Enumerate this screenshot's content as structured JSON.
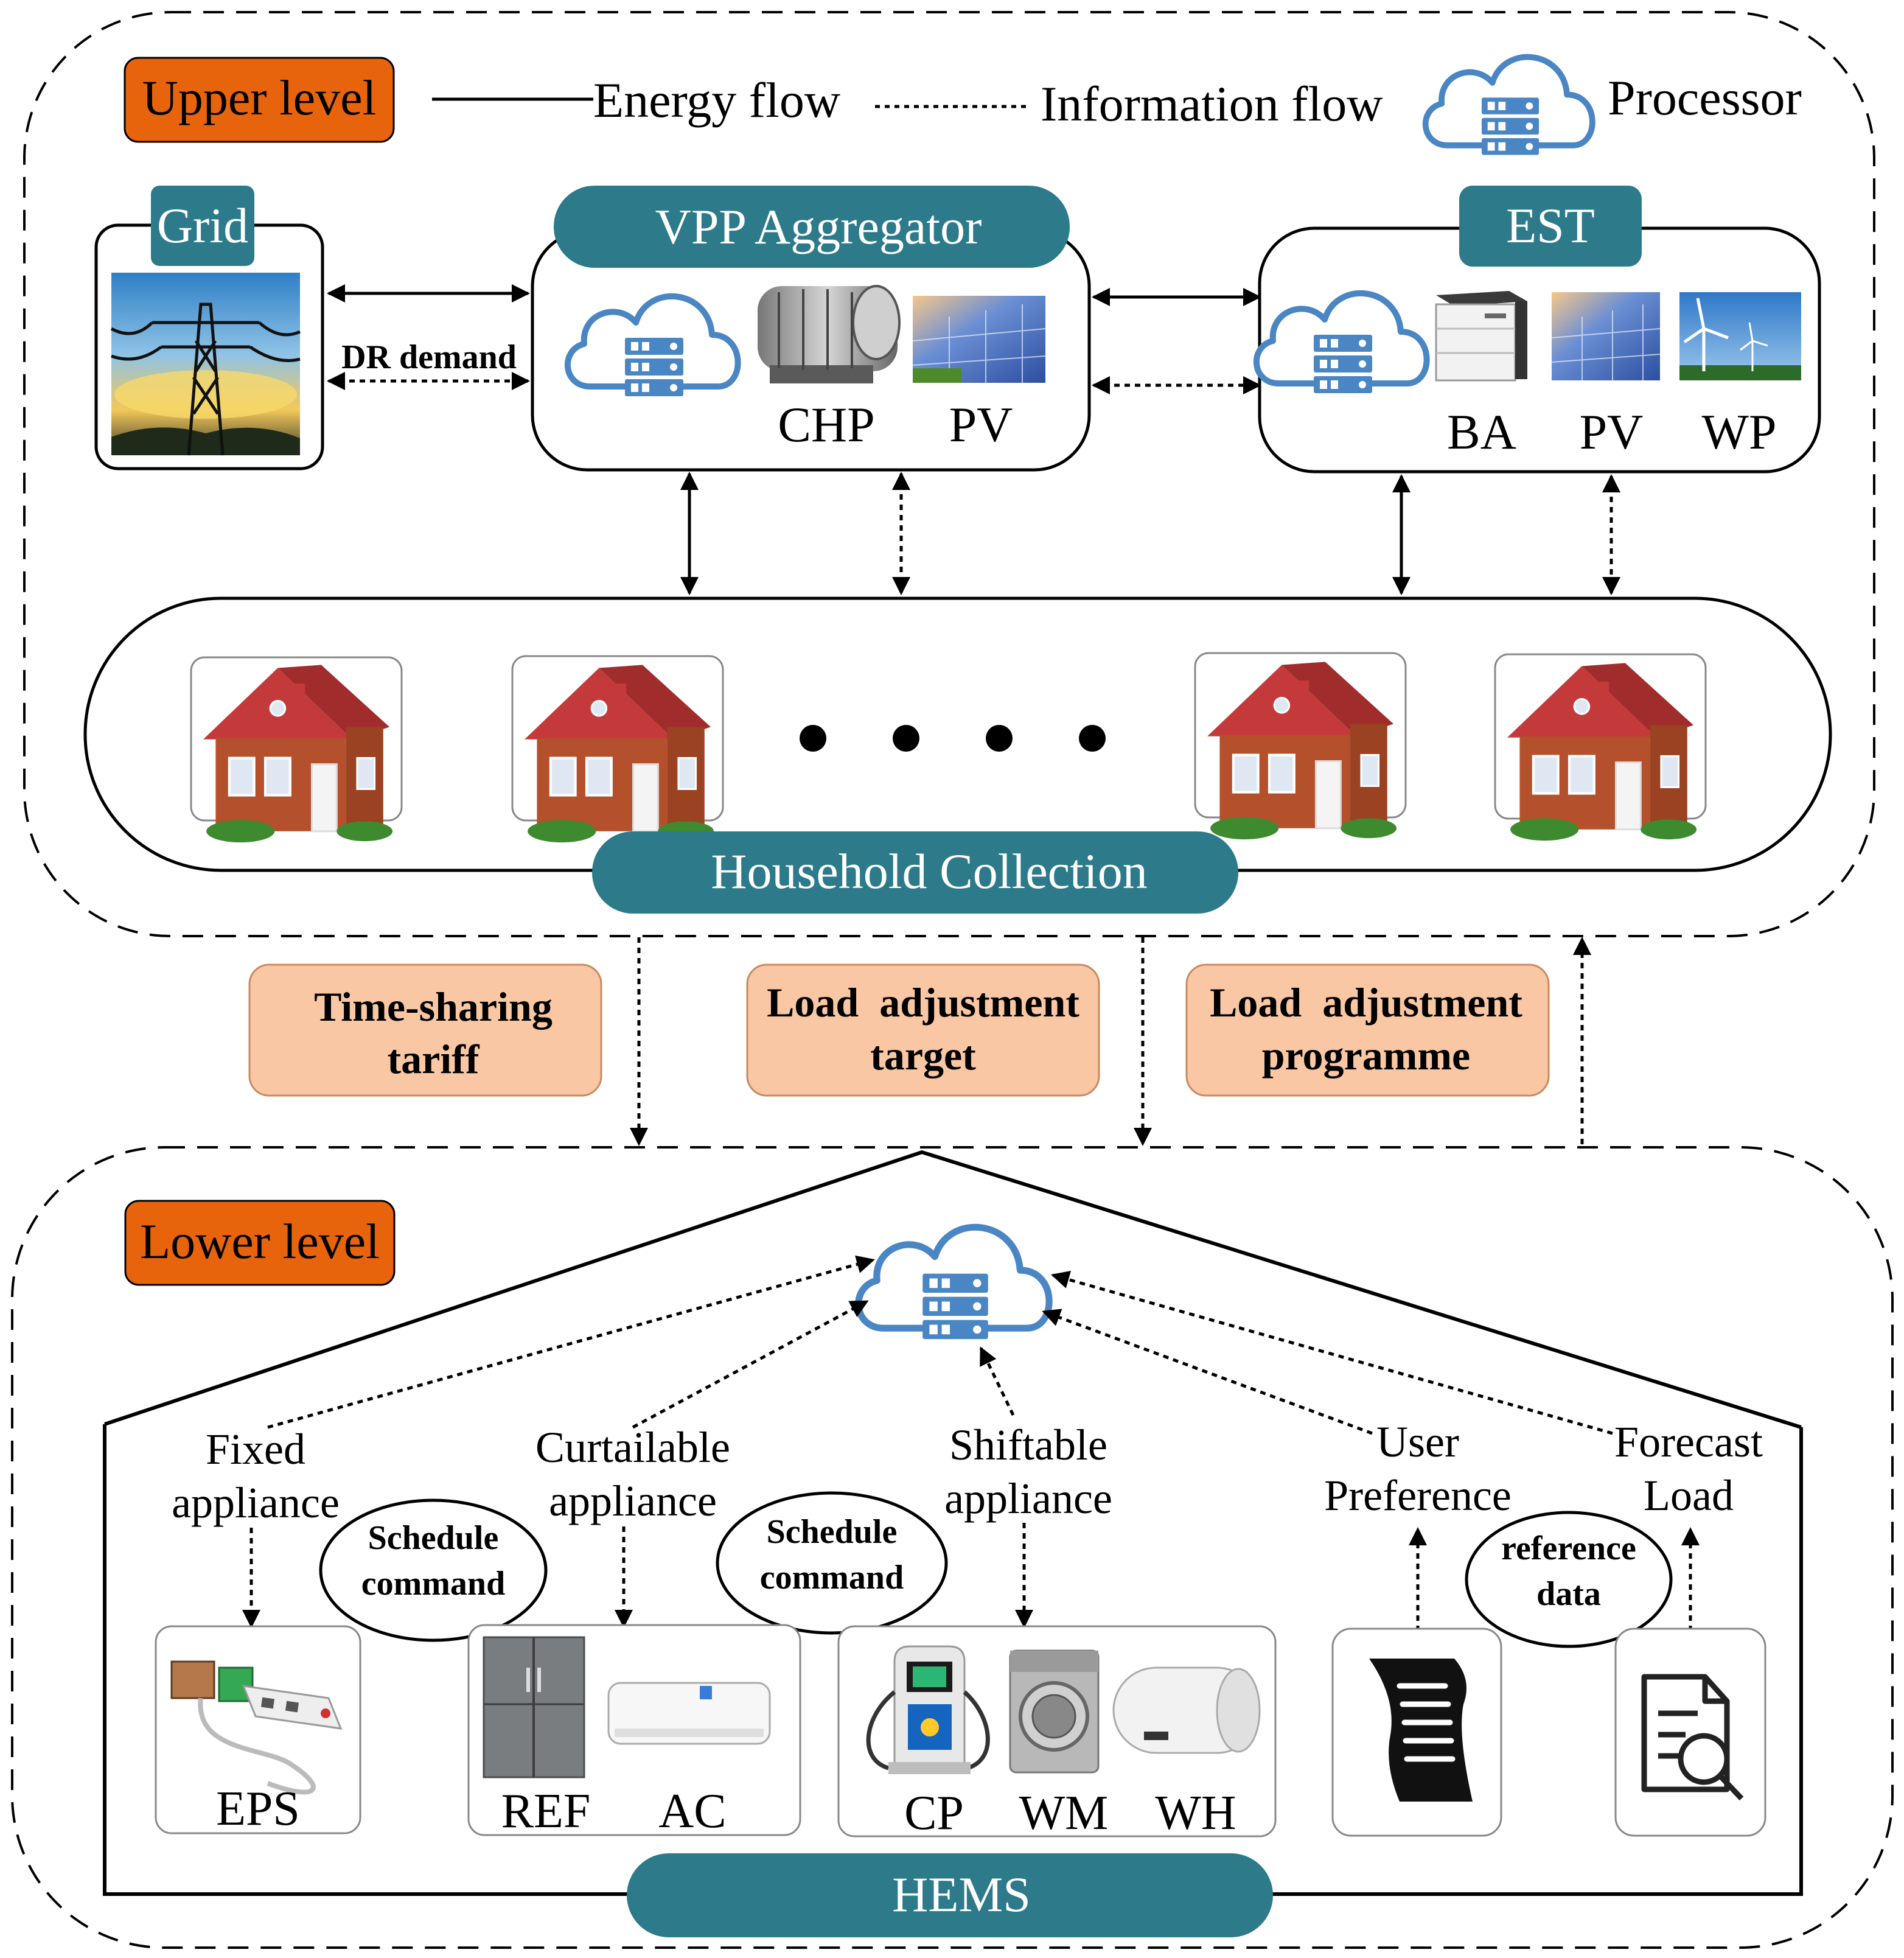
{
  "upper": {
    "level_label": "Upper level",
    "legend": {
      "energy_flow": "Energy flow",
      "information_flow": "Information flow",
      "processor": "Processor"
    },
    "grid": {
      "title": "Grid",
      "dr_demand": "DR demand"
    },
    "vpp": {
      "title": "VPP Aggregator",
      "chp": "CHP",
      "pv": "PV"
    },
    "est": {
      "title": "EST",
      "ba": "BA",
      "pv": "PV",
      "wp": "WP"
    },
    "household_collection": "Household Collection"
  },
  "signals": {
    "time_sharing_tariff": [
      "Time-sharing",
      "tariff"
    ],
    "load_adjustment_target": [
      "Load  adjustment",
      "target"
    ],
    "load_adjustment_programme": [
      "Load  adjustment",
      "programme"
    ]
  },
  "lower": {
    "level_label": "Lower level",
    "fixed_appliance": [
      "Fixed",
      "appliance"
    ],
    "curtailable_appliance": [
      "Curtailable",
      "appliance"
    ],
    "shiftable_appliance": [
      "Shiftable",
      "appliance"
    ],
    "user_preference": [
      "User",
      "Preference"
    ],
    "forecast_load": [
      "Forecast",
      "Load"
    ],
    "schedule_command_1": [
      "Schedule",
      "command"
    ],
    "schedule_command_2": [
      "Schedule",
      "command"
    ],
    "reference_data": [
      "reference",
      "data"
    ],
    "eps": "EPS",
    "ref": "REF",
    "ac": "AC",
    "cp": "CP",
    "wm": "WM",
    "wh": "WH",
    "hems": "HEMS"
  },
  "colors": {
    "teal": "#2D7A8A",
    "orange": "#E8640C",
    "peach": "#F9C7A4",
    "peach_border": "#C98A5E",
    "cloud_blue": "#4A86C4",
    "brick": "#B5502C",
    "roof": "#C43A3A"
  },
  "icons": [
    "cloud-server-icon",
    "transmission-tower-icon",
    "turbine-icon",
    "solar-panel-icon",
    "battery-icon",
    "wind-turbine-icon",
    "house-icon",
    "power-strip-icon",
    "refrigerator-icon",
    "air-conditioner-icon",
    "charging-pile-icon",
    "washing-machine-icon",
    "water-heater-icon",
    "document-list-icon",
    "document-search-icon"
  ]
}
